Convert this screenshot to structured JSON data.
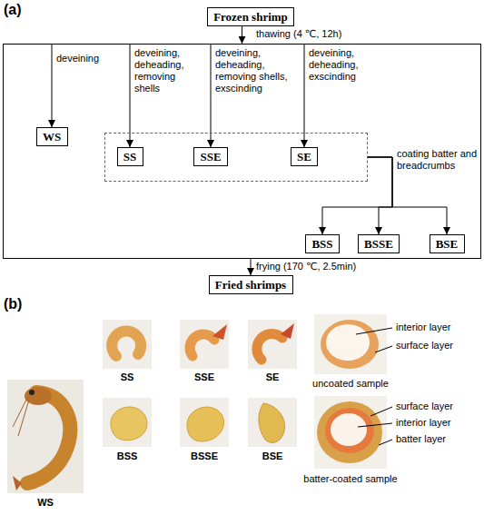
{
  "diagram": {
    "nodes": [
      {
        "text": [
          "Frozen shrimp"
        ]
      },
      {
        "text": []
      },
      {
        "text": [
          "WS"
        ],
        "in": 1
      },
      {
        "text": [],
        "in": 1
      },
      {
        "text": [
          "SS"
        ],
        "in": 3
      },
      {
        "text": [
          "SSE"
        ],
        "in": 3
      },
      {
        "text": [
          "SE"
        ],
        "in": 3
      },
      {
        "text": [
          "BSS"
        ],
        "in": 1
      },
      {
        "text": [
          "BSSE"
        ],
        "in": 1
      },
      {
        "text": [
          "BSE"
        ],
        "in": 1
      },
      {
        "text": [
          "Fried shrimps"
        ]
      }
    ],
    "edges": [
      {
        "from": 0,
        "to": 1,
        "arrow": "to",
        "label": "thawing (4 ℃, 12h)"
      },
      {
        "from": 1,
        "to": 2,
        "arrow": "to",
        "label": "deveining"
      },
      {
        "from": 1,
        "to": 4,
        "arrow": "to",
        "label": "deveining, deheading, removing shells"
      },
      {
        "from": 1,
        "to": 5,
        "arrow": "to",
        "label": "deveining, deheading, removing shells, exscinding"
      },
      {
        "from": 1,
        "to": 6,
        "arrow": "to",
        "label": "deveining, deheading, exscinding"
      },
      {
        "from": 3,
        "to": 7,
        "arrow": "to",
        "label": "coating batter and breadcrumbs"
      },
      {
        "from": 3,
        "to": 8,
        "arrow": "to"
      },
      {
        "from": 3,
        "to": 9,
        "arrow": "to"
      },
      {
        "from": 1,
        "to": 10,
        "arrow": "to",
        "label": "frying (170 ℃, 2.5min)"
      }
    ],
    "labels": [
      "(a)",
      "(b)",
      "WS",
      "SS",
      "SSE",
      "SE",
      "BSS",
      "BSSE",
      "BSE",
      "uncoated sample",
      "interior layer",
      "surface layer",
      "batter-coated sample",
      "surface layer",
      "interior layer",
      "batter layer"
    ]
  }
}
